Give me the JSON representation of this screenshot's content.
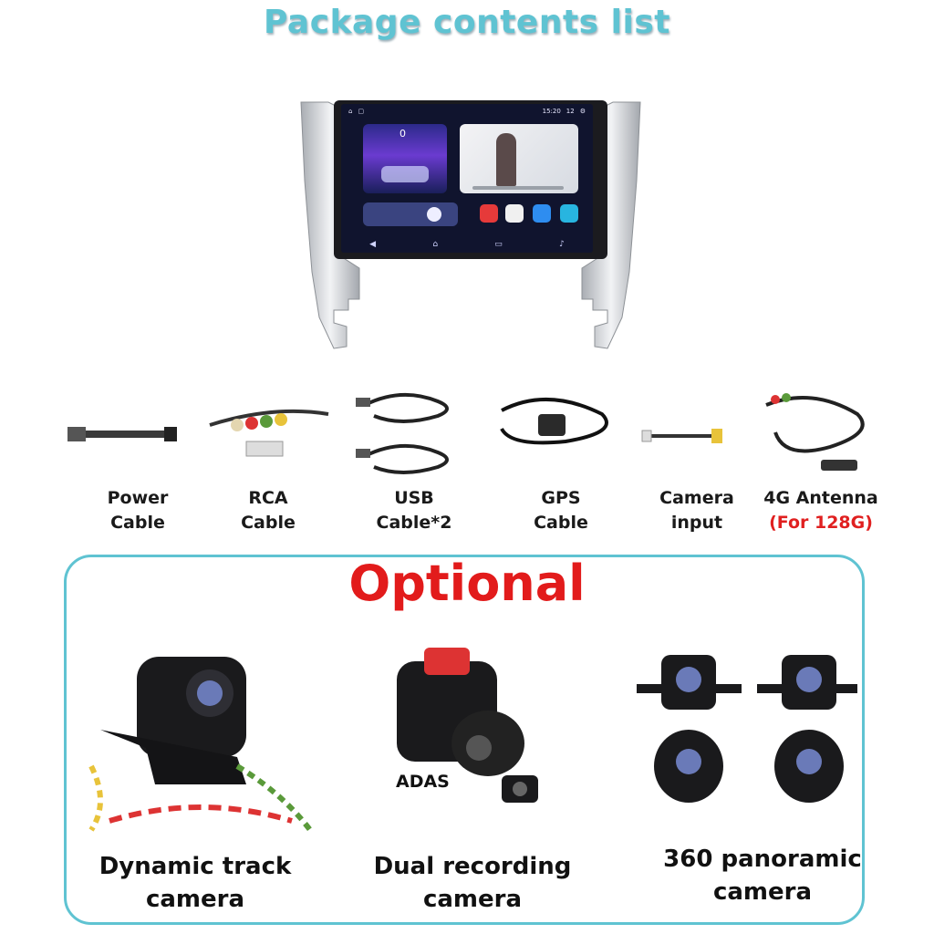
{
  "title": "Package contents list",
  "head_unit": {
    "status_time": "15:20",
    "status_value": "12",
    "game_value": "0"
  },
  "accessories": [
    {
      "line1": "Power",
      "line2": "Cable"
    },
    {
      "line1": "RCA",
      "line2": "Cable"
    },
    {
      "line1": "USB",
      "line2": "Cable*2"
    },
    {
      "line1": "GPS",
      "line2": "Cable"
    },
    {
      "line1": "Camera",
      "line2": "input"
    },
    {
      "line1": "4G Antenna",
      "line2": "(For 128G)"
    }
  ],
  "optional": {
    "title": "Optional",
    "adas": "ADAS",
    "items": [
      {
        "line1": "Dynamic track",
        "line2": "camera"
      },
      {
        "line1": "Dual recording",
        "line2": "camera"
      },
      {
        "line1": "360 panoramic",
        "line2": "camera"
      }
    ]
  },
  "colors": {
    "title": "#5fc3d2",
    "accent_red": "#e21b1b",
    "panel_border": "#5fc3d2"
  }
}
